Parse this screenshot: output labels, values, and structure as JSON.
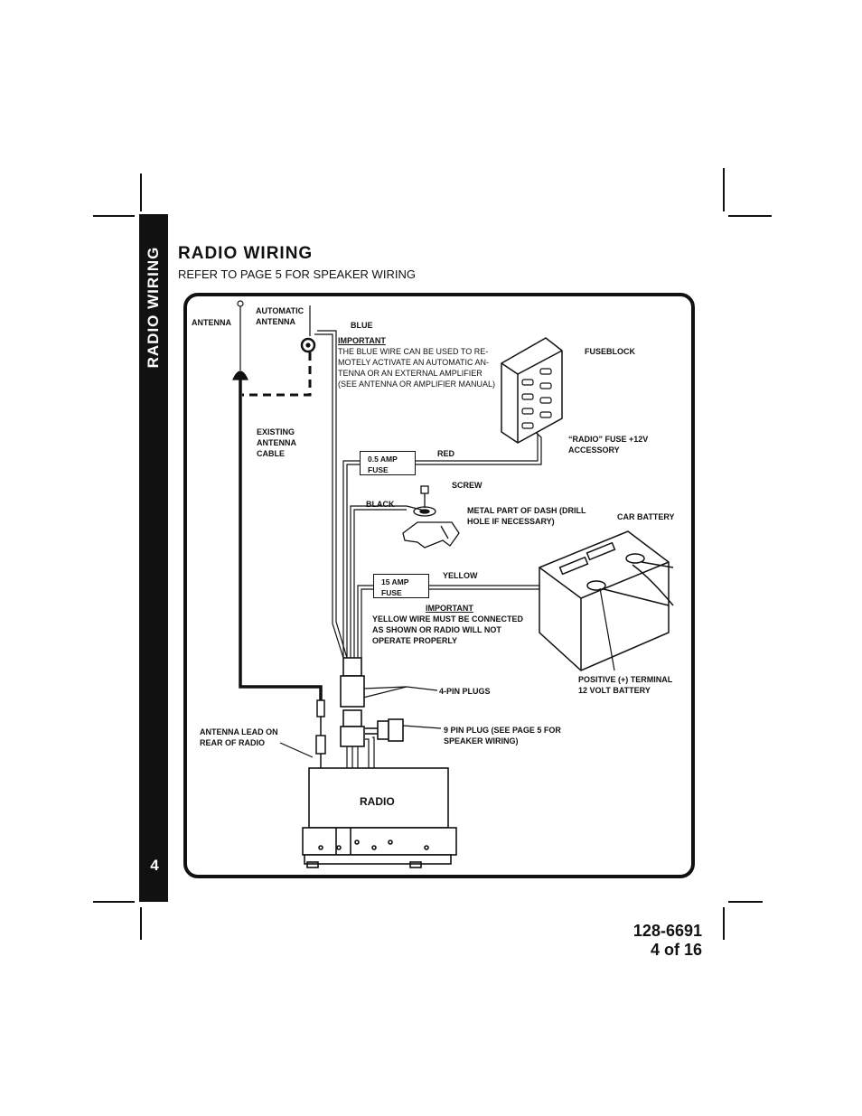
{
  "sidebar": {
    "section_title": "RADIO WIRING",
    "page_number": "4"
  },
  "header": {
    "title": "RADIO WIRING",
    "subtitle": "REFER TO PAGE 5 FOR SPEAKER WIRING"
  },
  "diagram": {
    "labels": {
      "antenna": "ANTENNA",
      "automatic_antenna": "AUTOMATIC ANTENNA",
      "blue": "BLUE",
      "important_1": "IMPORTANT",
      "blue_note": "THE BLUE WIRE CAN BE USED TO RE-MOTELY ACTIVATE AN AUTOMATIC AN-TENNA OR AN EXTERNAL AMPLIFIER (SEE ANTENNA OR AMPLIFIER MANUAL)",
      "fuseblock": "FUSEBLOCK",
      "existing_cable": "EXISTING ANTENNA CABLE",
      "fuse_05": "0.5 AMP FUSE",
      "red": "RED",
      "radio_fuse": "“RADIO” FUSE +12V ACCESSORY",
      "screw": "SCREW",
      "black": "BLACK",
      "metal_dash": "METAL PART OF DASH (DRILL HOLE IF NECESSARY)",
      "car_battery": "CAR BATTERY",
      "fuse_15": "15 AMP FUSE",
      "yellow": "YELLOW",
      "important_2": "IMPORTANT",
      "yellow_note": "YELLOW WIRE MUST BE CONNECTED AS SHOWN OR RADIO WILL NOT OPERATE PROPERLY",
      "positive_terminal": "POSITIVE (+) TERMINAL 12 VOLT BATTERY",
      "four_pin": "4-PIN PLUGS",
      "antenna_lead": "ANTENNA LEAD ON REAR OF RADIO",
      "nine_pin": "9 PIN PLUG (SEE PAGE 5 FOR SPEAKER WIRING)",
      "radio": "RADIO"
    }
  },
  "footer": {
    "doc_number": "128-6691",
    "page_of": "4 of 16"
  }
}
